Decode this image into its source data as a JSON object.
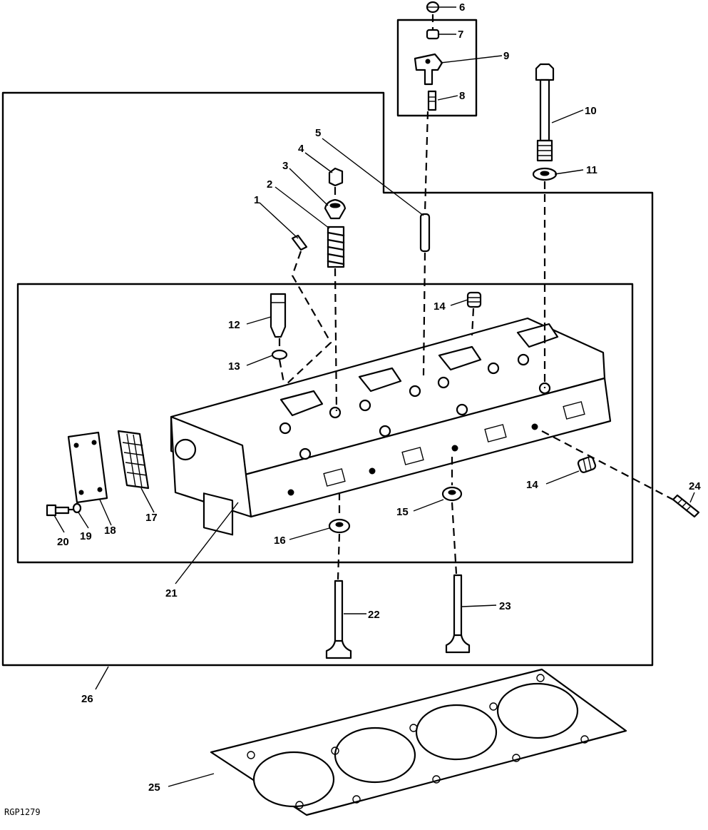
{
  "callouts": {
    "c1": "1",
    "c2": "2",
    "c3": "3",
    "c4": "4",
    "c5": "5",
    "c6": "6",
    "c7": "7",
    "c8": "8",
    "c9": "9",
    "c10": "10",
    "c11": "11",
    "c12": "12",
    "c13": "13",
    "c14a": "14",
    "c14b": "14",
    "c15": "15",
    "c16": "16",
    "c17": "17",
    "c18": "18",
    "c19": "19",
    "c20": "20",
    "c21": "21",
    "c22": "22",
    "c23": "23",
    "c24": "24",
    "c25": "25",
    "c26": "26"
  },
  "figure_code": "RGP1279"
}
